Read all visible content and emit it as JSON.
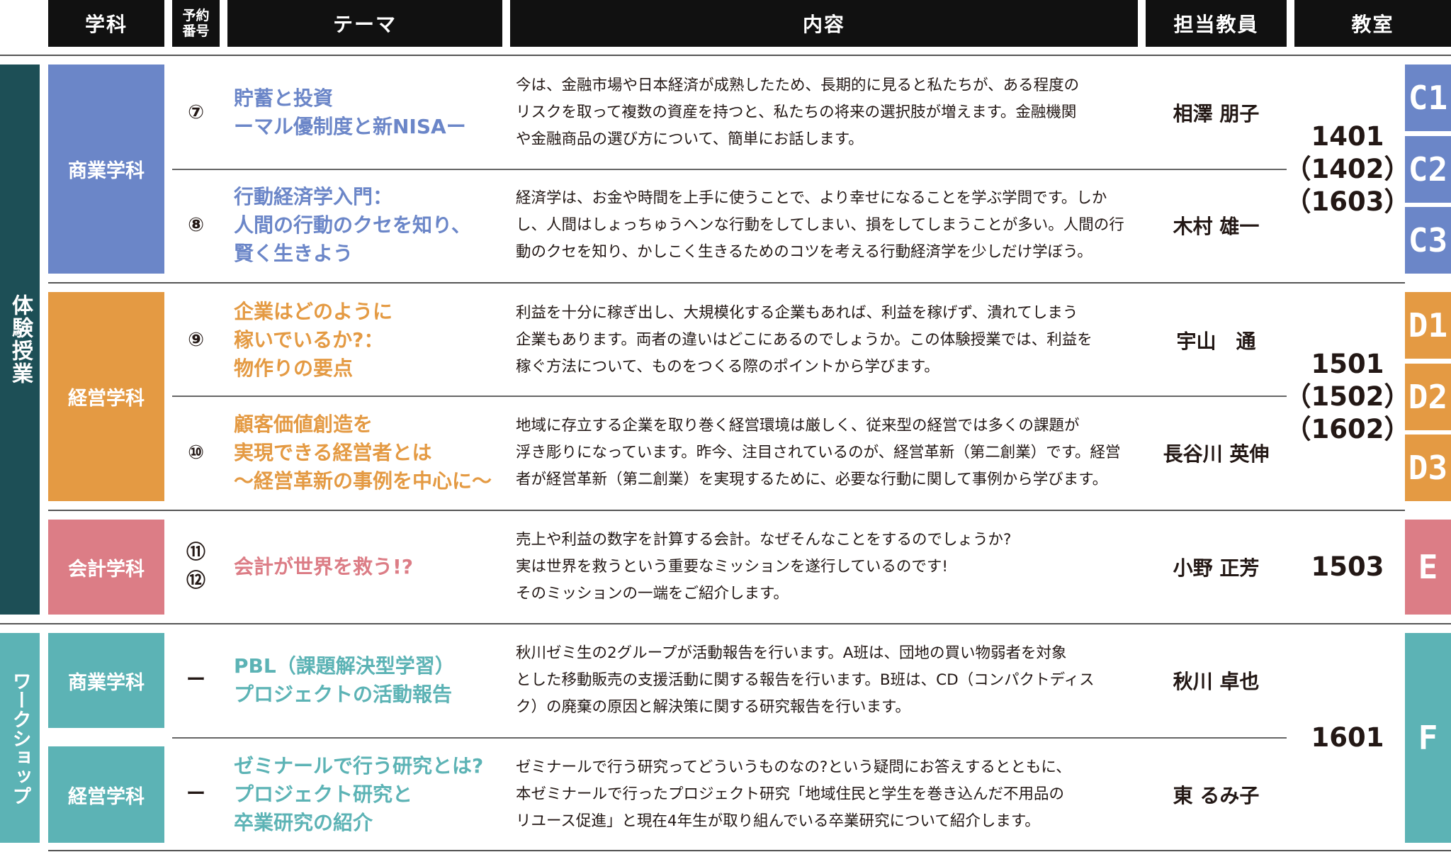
{
  "header": {
    "dept": "学科",
    "reserve_line1": "予約",
    "reserve_line2": "番号",
    "theme": "テーマ",
    "content": "内容",
    "teacher": "担当教員",
    "room": "教室"
  },
  "colors": {
    "dark_teal": "#1d4f56",
    "blue": "#6b86c8",
    "orange": "#e49a43",
    "pink": "#dc7d86",
    "teal": "#5cb3b5",
    "header_bg": "#111111"
  },
  "sections": {
    "taiken": "体験授業",
    "workshop": "ワークショップ"
  },
  "rows": [
    {
      "dept": "商業学科",
      "num": [
        "⑦"
      ],
      "theme": [
        "貯蓄と投資",
        "ーマル優制度と新NISAー"
      ],
      "content": [
        "今は、金融市場や日本経済が成熟したため、長期的に見ると私たちが、ある程度の",
        "リスクを取って複数の資産を持つと、私たちの将来の選択肢が増えます。金融機関",
        "や金融商品の選び方について、簡単にお話します。"
      ],
      "teacher": "相澤 朋子"
    },
    {
      "dept": "",
      "num": [
        "⑧"
      ],
      "theme": [
        "行動経済学入門：",
        "人間の行動のクセを知り、",
        "賢く生きよう"
      ],
      "content": [
        "経済学は、お金や時間を上手に使うことで、より幸せになることを学ぶ学問です。しか",
        "し、人間はしょっちゅうヘンな行動をしてしまい、損をしてしまうことが多い。人間の行",
        "動のクセを知り、かしこく生きるためのコツを考える行動経済学を少しだけ学ぼう。"
      ],
      "teacher": "木村 雄一"
    },
    {
      "dept": "経営学科",
      "num": [
        "⑨"
      ],
      "theme": [
        "企業はどのように",
        "稼いでいるか?：",
        "物作りの要点"
      ],
      "content": [
        "利益を十分に稼ぎ出し、大規模化する企業もあれば、利益を稼げず、潰れてしまう",
        "企業もあります。両者の違いはどこにあるのでしょうか。この体験授業では、利益を",
        "稼ぐ方法について、ものをつくる際のポイントから学びます。"
      ],
      "teacher": "宇山　通"
    },
    {
      "dept": "",
      "num": [
        "⑩"
      ],
      "theme": [
        "顧客価値創造を",
        "実現できる経営者とは",
        "～経営革新の事例を中心に～"
      ],
      "content": [
        "地域に存立する企業を取り巻く経営環境は厳しく、従来型の経営では多くの課題が",
        "浮き彫りになっています。昨今、注目されているのが、経営革新（第二創業）です。経営",
        "者が経営革新（第二創業）を実現するために、必要な行動に関して事例から学びます。"
      ],
      "teacher": "長谷川 英伸"
    },
    {
      "dept": "会計学科",
      "num": [
        "⑪",
        "⑫"
      ],
      "theme": [
        "会計が世界を救う!?"
      ],
      "content": [
        "売上や利益の数字を計算する会計。なぜそんなことをするのでしょうか?",
        "実は世界を救うという重要なミッションを遂行しているのです!",
        "そのミッションの一端をご紹介します。"
      ],
      "teacher": "小野 正芳"
    },
    {
      "dept": "商業学科",
      "num": [
        "ー"
      ],
      "theme": [
        "PBL（課題解決型学習）",
        "プロジェクトの活動報告"
      ],
      "content": [
        "秋川ゼミ生の2グループが活動報告を行います。A班は、団地の買い物弱者を対象",
        "とした移動販売の支援活動に関する報告を行います。B班は、CD（コンパクトディス",
        "ク）の廃棄の原因と解決策に関する研究報告を行います。"
      ],
      "teacher": "秋川 卓也"
    },
    {
      "dept": "経営学科",
      "num": [
        "ー"
      ],
      "theme": [
        "ゼミナールで行う研究とは?",
        "プロジェクト研究と",
        "卒業研究の紹介"
      ],
      "content": [
        "ゼミナールで行う研究ってどういうものなの?という疑問にお答えするとともに、",
        "本ゼミナールで行ったプロジェクト研究「地域住民と学生を巻き込んだ不用品の",
        "リユース促進」と現在4年生が取り組んでいる卒業研究について紹介します。"
      ],
      "teacher": "東 るみ子"
    }
  ],
  "rooms": [
    [
      "1401",
      "（1402）",
      "（1603）"
    ],
    [
      "1501",
      "（1502）",
      "（1602）"
    ],
    [
      "1503"
    ],
    [
      "1601"
    ]
  ],
  "codes": [
    "C1",
    "C2",
    "C3",
    "D1",
    "D2",
    "D3",
    "E",
    "F"
  ]
}
